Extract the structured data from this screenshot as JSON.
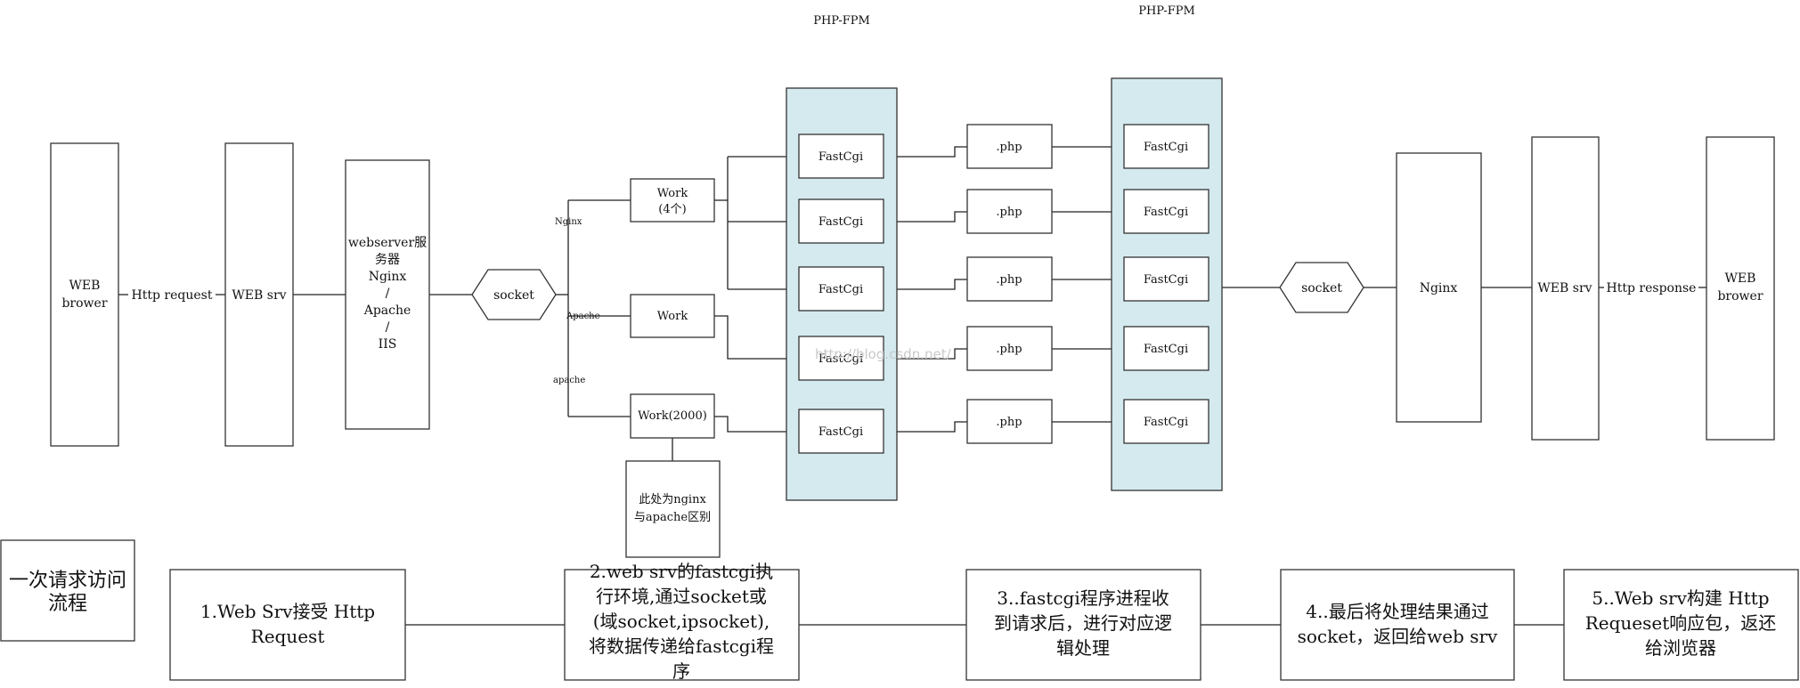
{
  "colors": {
    "pool_fill": "#d4eaef",
    "line": "#222222",
    "box_border": "#333333"
  },
  "labels": {
    "pool_left_title": "PHP-FPM",
    "pool_right_title": "PHP-FPM",
    "browser_left": [
      "WEB",
      "brower"
    ],
    "http_request": "Http request",
    "web_srv_left": "WEB srv",
    "webserver": [
      "webserver服",
      "务器",
      "Nginx",
      "/",
      "Apache",
      "/",
      "IIS"
    ],
    "socket_left": "socket",
    "branch_nginx": "Nginx",
    "branch_apache": "Apache",
    "branch_apache2": "apache",
    "work1": [
      "Work",
      "(4个)"
    ],
    "work2": "Work",
    "work3": "Work(2000)",
    "note": [
      "此处为nginx",
      "与apache区别"
    ],
    "fastcgi_left": [
      "FastCgi",
      "FastCgi",
      "FastCgi",
      "FastCgi",
      "FastCgi"
    ],
    "php": [
      ".php",
      ".php",
      ".php",
      ".php",
      ".php"
    ],
    "fastcgi_right": [
      "FastCgi",
      "FastCgi",
      "FastCgi",
      "FastCgi",
      "FastCgi"
    ],
    "socket_right": "socket",
    "nginx_right": "Nginx",
    "web_srv_right": "WEB srv",
    "http_response": "Http response",
    "browser_right": [
      "WEB",
      "brower"
    ],
    "watermark": "http://blog.csdn.net/"
  },
  "flow": {
    "title": [
      "一次请求访问",
      "流程"
    ],
    "steps": [
      [
        "1.Web Srv接受 Http",
        "Request"
      ],
      [
        "2.web srv的fastcgi执",
        "行环境,通过socket或",
        "(域socket,ipsocket),",
        "将数据传递给fastcgi程",
        "序"
      ],
      [
        "3..fastcgi程序进程收",
        "到请求后，进行对应逻",
        "辑处理"
      ],
      [
        "4..最后将处理结果通过",
        "socket，返回给web srv"
      ],
      [
        "5..Web srv构建 Http",
        "Requeset响应包，返还",
        "给浏览器"
      ]
    ]
  }
}
